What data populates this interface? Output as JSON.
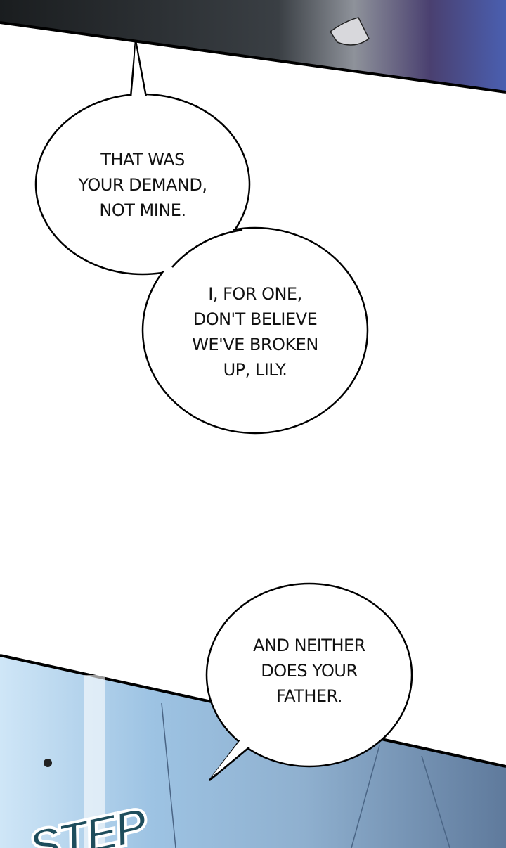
{
  "bubbles": [
    {
      "text": "THAT WAS\nYOUR DEMAND,\nNOT MINE."
    },
    {
      "text": "I, FOR ONE,\nDON'T BELIEVE\nWE'VE BROKEN\nUP, LILY."
    },
    {
      "text": "AND NEITHER\nDOES YOUR\nFATHER."
    }
  ],
  "sfx": "STEP",
  "colors": {
    "top_panel": "#1d2226",
    "bottom_panel": "#9fbad6",
    "sfx": "#1e4d5c"
  }
}
